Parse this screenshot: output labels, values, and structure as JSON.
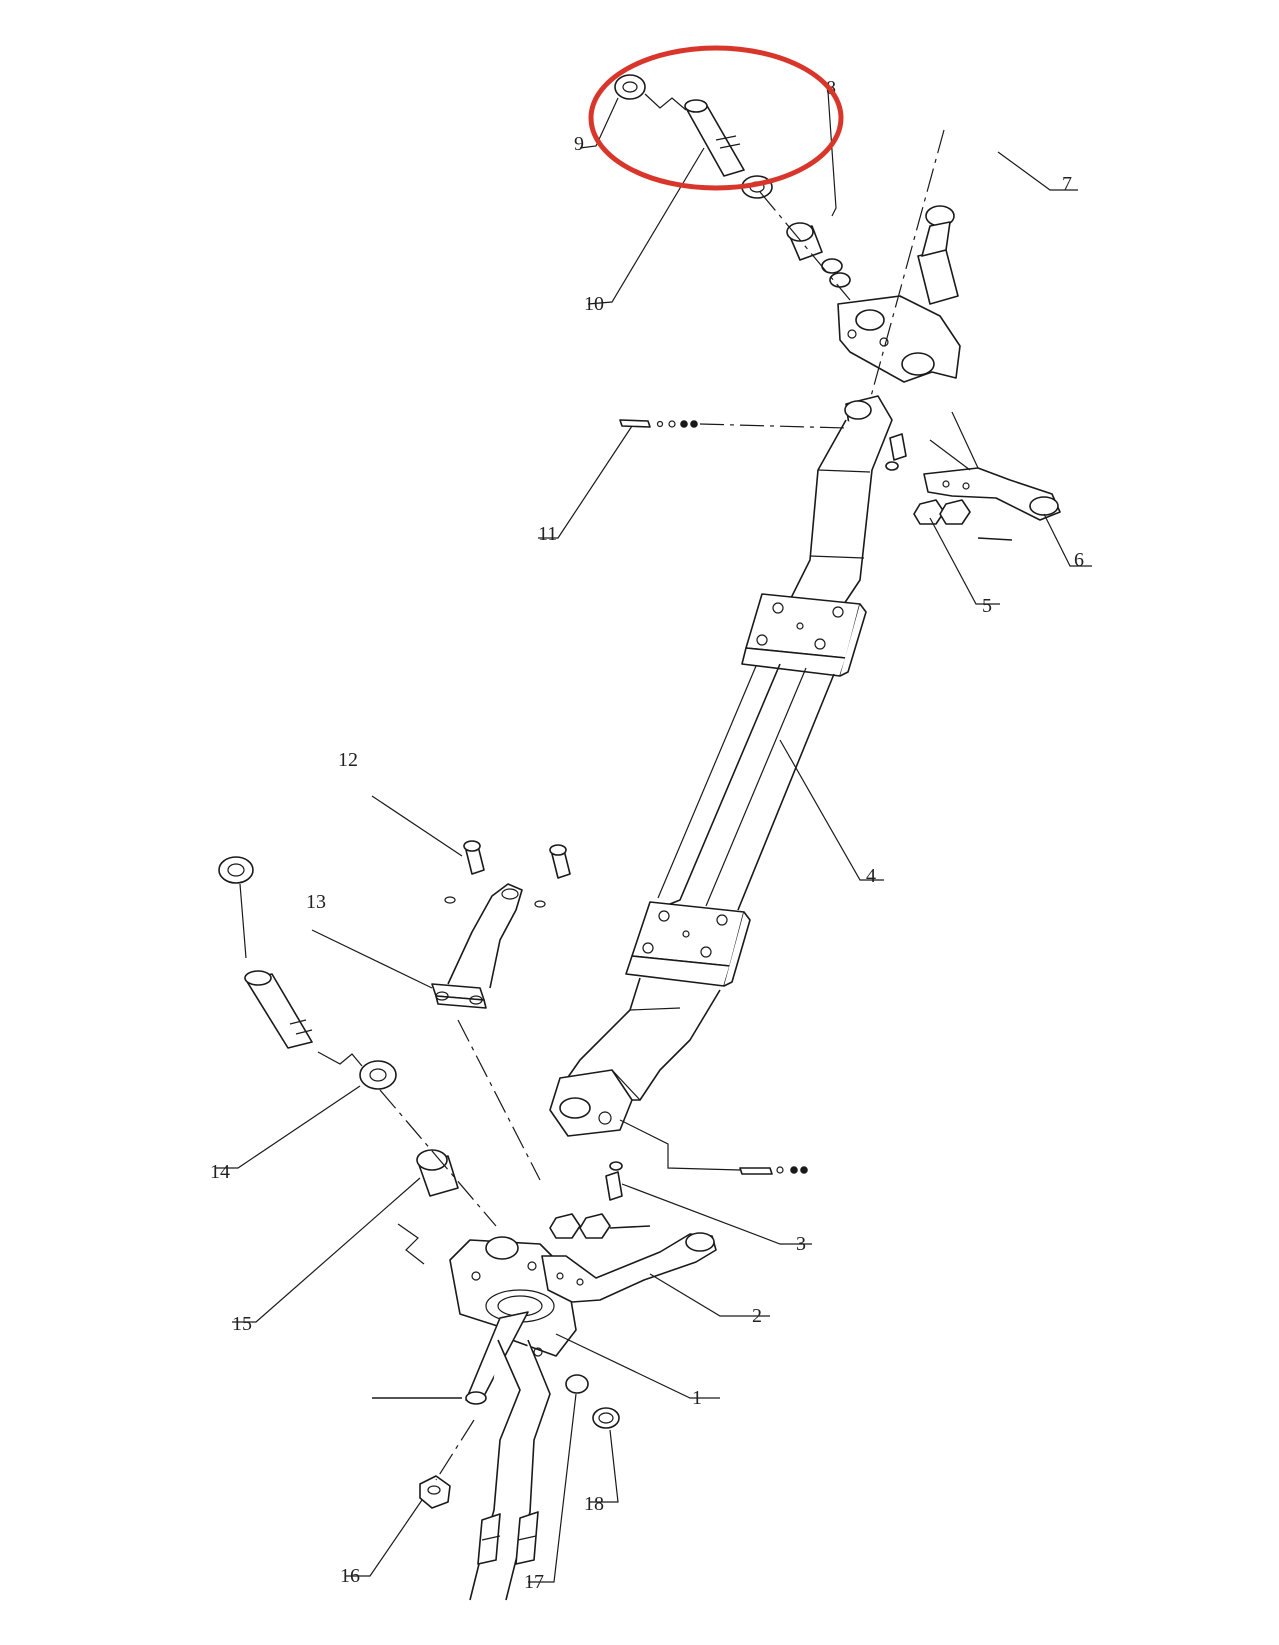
{
  "diagram": {
    "callouts": [
      "1",
      "2",
      "3",
      "4",
      "5",
      "6",
      "7",
      "8",
      "9",
      "10",
      "11",
      "12",
      "13",
      "14",
      "15",
      "16",
      "17",
      "18"
    ],
    "highlight_color": "#d9362b",
    "line_color": "#1a1a1a"
  }
}
